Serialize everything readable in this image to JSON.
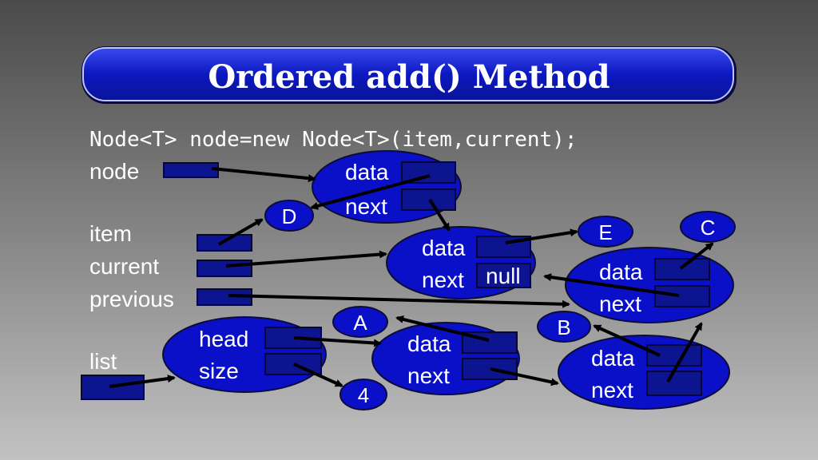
{
  "title": "Ordered add() Method",
  "code_line": "Node<T> node=new Node<T>(item,current);",
  "colors": {
    "node_fill": "#0a10c8",
    "slot_fill": "#0c1490",
    "banner": "#0c18c0",
    "text": "#ffffff",
    "arrow": "#000000"
  },
  "variables": {
    "node": "node",
    "item": "item",
    "current": "current",
    "previous": "previous",
    "list": "list"
  },
  "nodes": {
    "new_node": {
      "data": "data",
      "next": "next"
    },
    "current_node": {
      "data": "data",
      "next": "next",
      "next_value": "null"
    },
    "right_node": {
      "data": "data",
      "next": "next"
    },
    "list_header": {
      "head": "head",
      "size": "size"
    },
    "a_node": {
      "data": "data",
      "next": "next"
    },
    "b_node": {
      "data": "data",
      "next": "next"
    }
  },
  "tags": {
    "d": "D",
    "e": "E",
    "c": "C",
    "a": "A",
    "b": "B",
    "size_value": "4"
  }
}
